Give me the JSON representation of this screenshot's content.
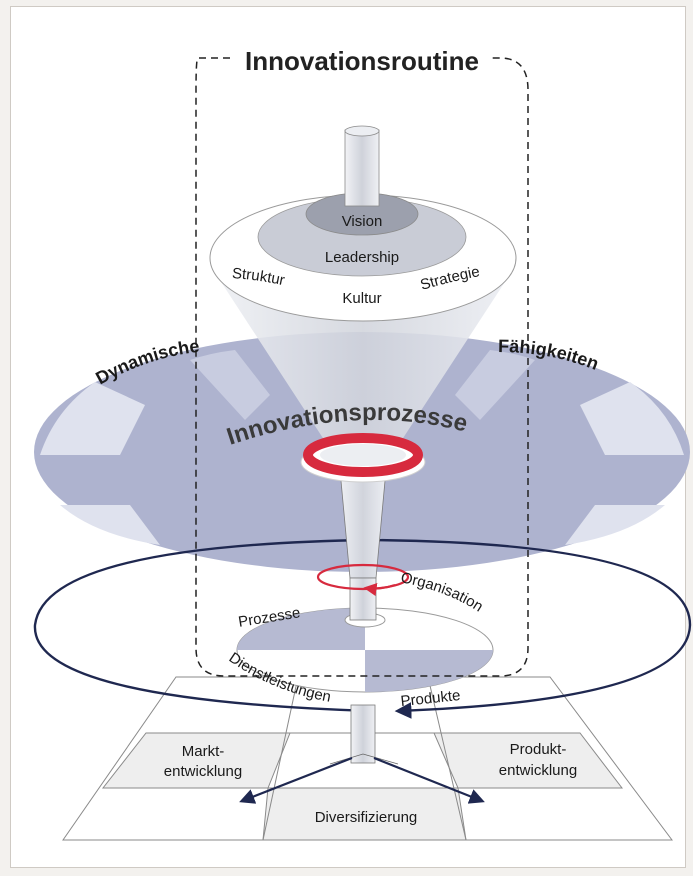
{
  "title": "Innovationsroutine",
  "top_layers": {
    "vision": "Vision",
    "leadership": "Leadership",
    "struktur": "Struktur",
    "kultur": "Kultur",
    "strategie": "Strategie"
  },
  "dynamic_capabilities": {
    "left": "Dynamische",
    "right": "Fähigkeiten"
  },
  "process_label": "Innovationsprozesse",
  "lower_disc": {
    "prozesse": "Prozesse",
    "organisation": "Organisation",
    "dienstleistungen": "Dienstleistungen",
    "produkte": "Produkte"
  },
  "matrix": {
    "markt_1": "Markt-",
    "markt_2": "entwicklung",
    "produkt_1": "Produkt-",
    "produkt_2": "entwicklung",
    "diversifizierung": "Diversifizierung"
  },
  "colors": {
    "disc_blue": "#aeb3cf",
    "disc_light": "#dfe2ee",
    "accent_red": "#d72a3e",
    "outline_navy": "#1f2850",
    "funnel_grey": "#d4d6dc"
  }
}
